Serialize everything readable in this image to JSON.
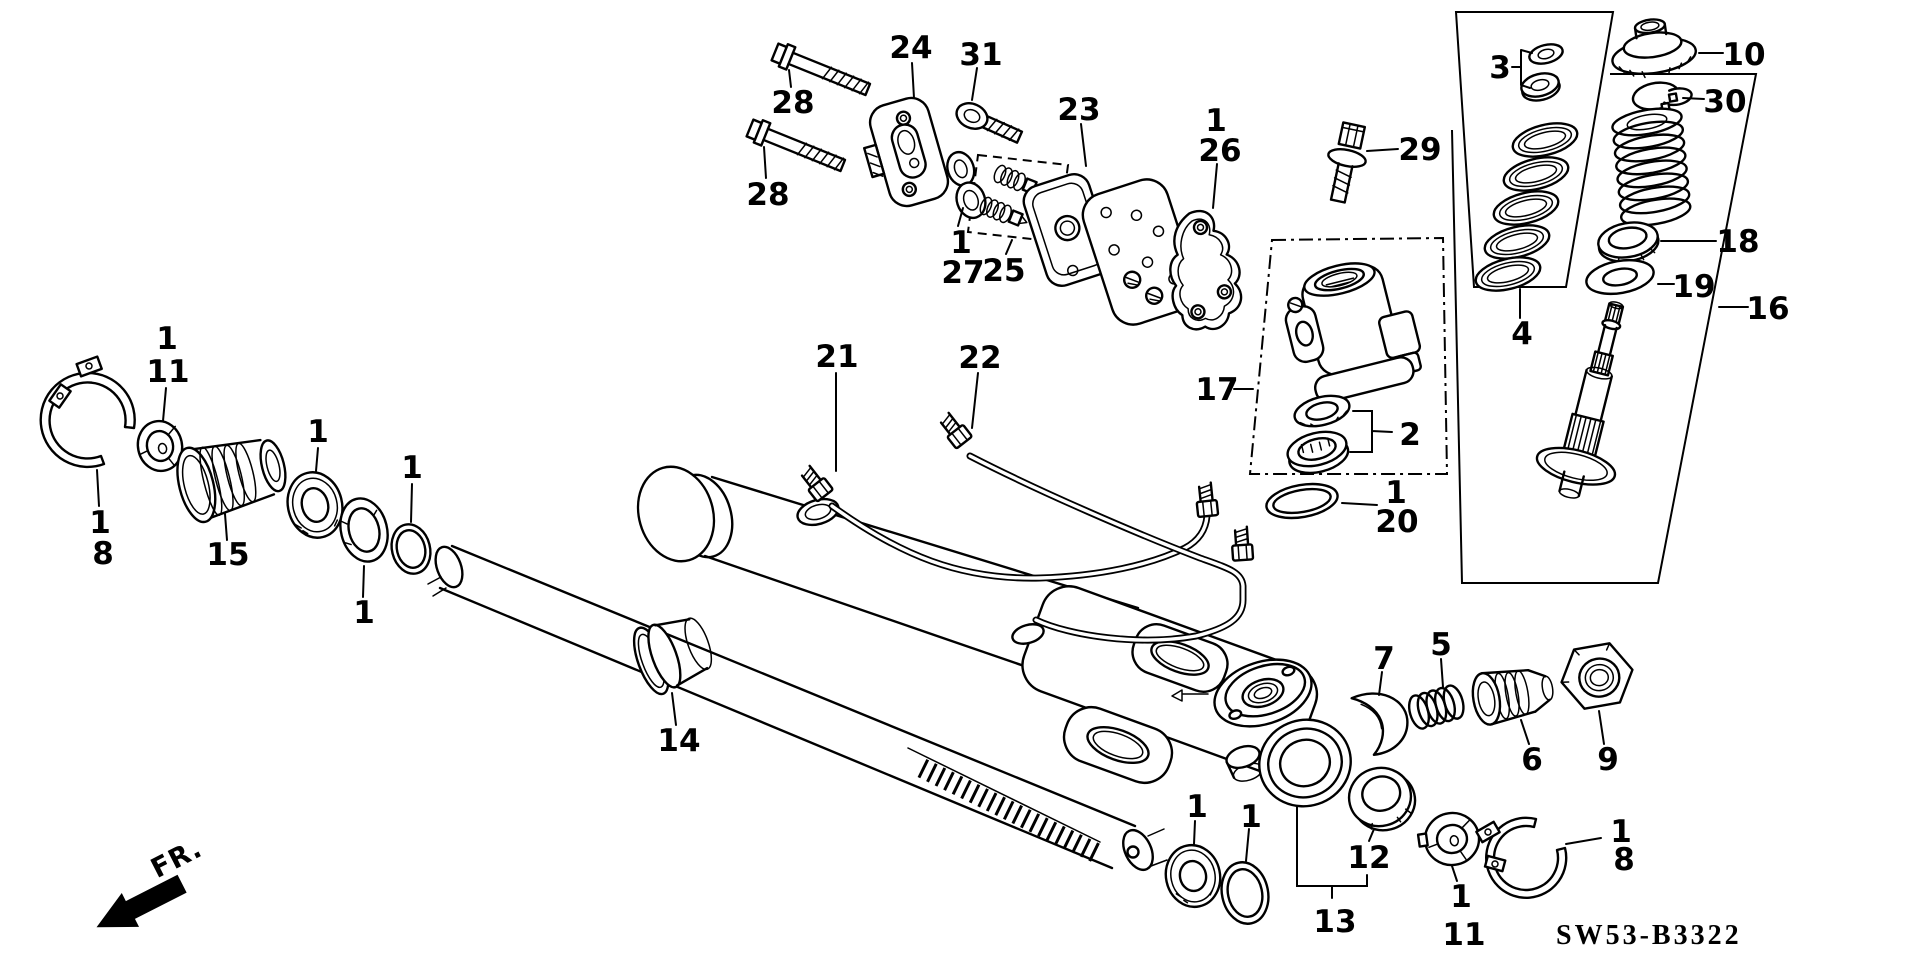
{
  "diagram": {
    "part_code": "SW53-B3322",
    "direction_indicator": "FR.",
    "colors": {
      "ink": "#000000",
      "paper": "#ffffff"
    },
    "callout_numbers": {
      "n1": "1",
      "n2": "2",
      "n3": "3",
      "n4": "4",
      "n5": "5",
      "n6": "6",
      "n7": "7",
      "n8": "8",
      "n9": "9",
      "n10": "10",
      "n11": "11",
      "n12": "12",
      "n13": "13",
      "n14": "14",
      "n15": "15",
      "n16": "16",
      "n17": "17",
      "n18": "18",
      "n19": "19",
      "n20": "20",
      "n21": "21",
      "n22": "22",
      "n23": "23",
      "n24": "24",
      "n25": "25",
      "n26": "26",
      "n27": "27",
      "n28": "28",
      "n29": "29",
      "n30": "30",
      "n31": "31"
    }
  }
}
